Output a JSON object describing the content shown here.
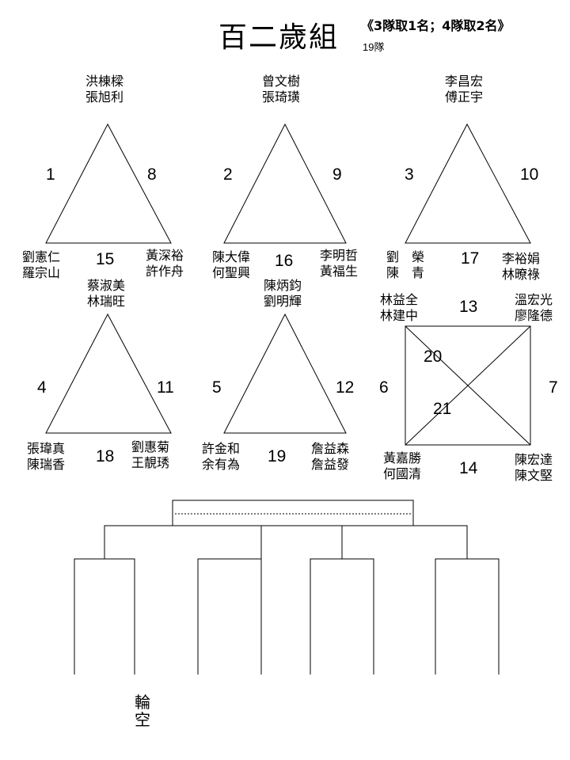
{
  "header": {
    "title": "百二歲組",
    "subtitle": "《3隊取1名；4隊取2名》",
    "team_count": "19隊"
  },
  "groups": {
    "g1": {
      "top": "洪棟樑\n張旭利",
      "left": "劉憲仁\n羅宗山",
      "right": "黃深裕\n許作舟",
      "n_left": "1",
      "n_right": "8",
      "n_bottom": "15"
    },
    "g2": {
      "top": "曾文樹\n張琦璜",
      "left": "陳大偉\n何聖興",
      "right": "李明哲\n黃福生",
      "n_left": "2",
      "n_right": "9",
      "n_bottom": "16"
    },
    "g3": {
      "top": "李昌宏\n傅正宇",
      "left": "劉　榮\n陳　青",
      "right": "李裕娟\n林暸祿",
      "n_left": "3",
      "n_right": "10",
      "n_bottom": "17"
    },
    "g4": {
      "top": "蔡淑美\n林瑞旺",
      "left": "張瑋真\n陳瑞香",
      "right": "劉惠菊\n王靚琇",
      "n_left": "4",
      "n_right": "11",
      "n_bottom": "18"
    },
    "g5": {
      "top": "陳炳鈞\n劉明輝",
      "left": "許金和\n余有為",
      "right": "詹益森\n詹益發",
      "n_left": "5",
      "n_right": "12",
      "n_bottom": "19"
    },
    "g6": {
      "tl": "林益全\n林建中",
      "tr": "溫宏光\n廖隆德",
      "bl": "黃嘉勝\n何國清",
      "br": "陳宏達\n陳文堅",
      "n_top": "13",
      "n_bottom": "14",
      "n_left": "6",
      "n_right": "7",
      "n_diag1": "20",
      "n_diag2": "21"
    }
  },
  "bracket": {
    "bye_label": "輪空"
  }
}
